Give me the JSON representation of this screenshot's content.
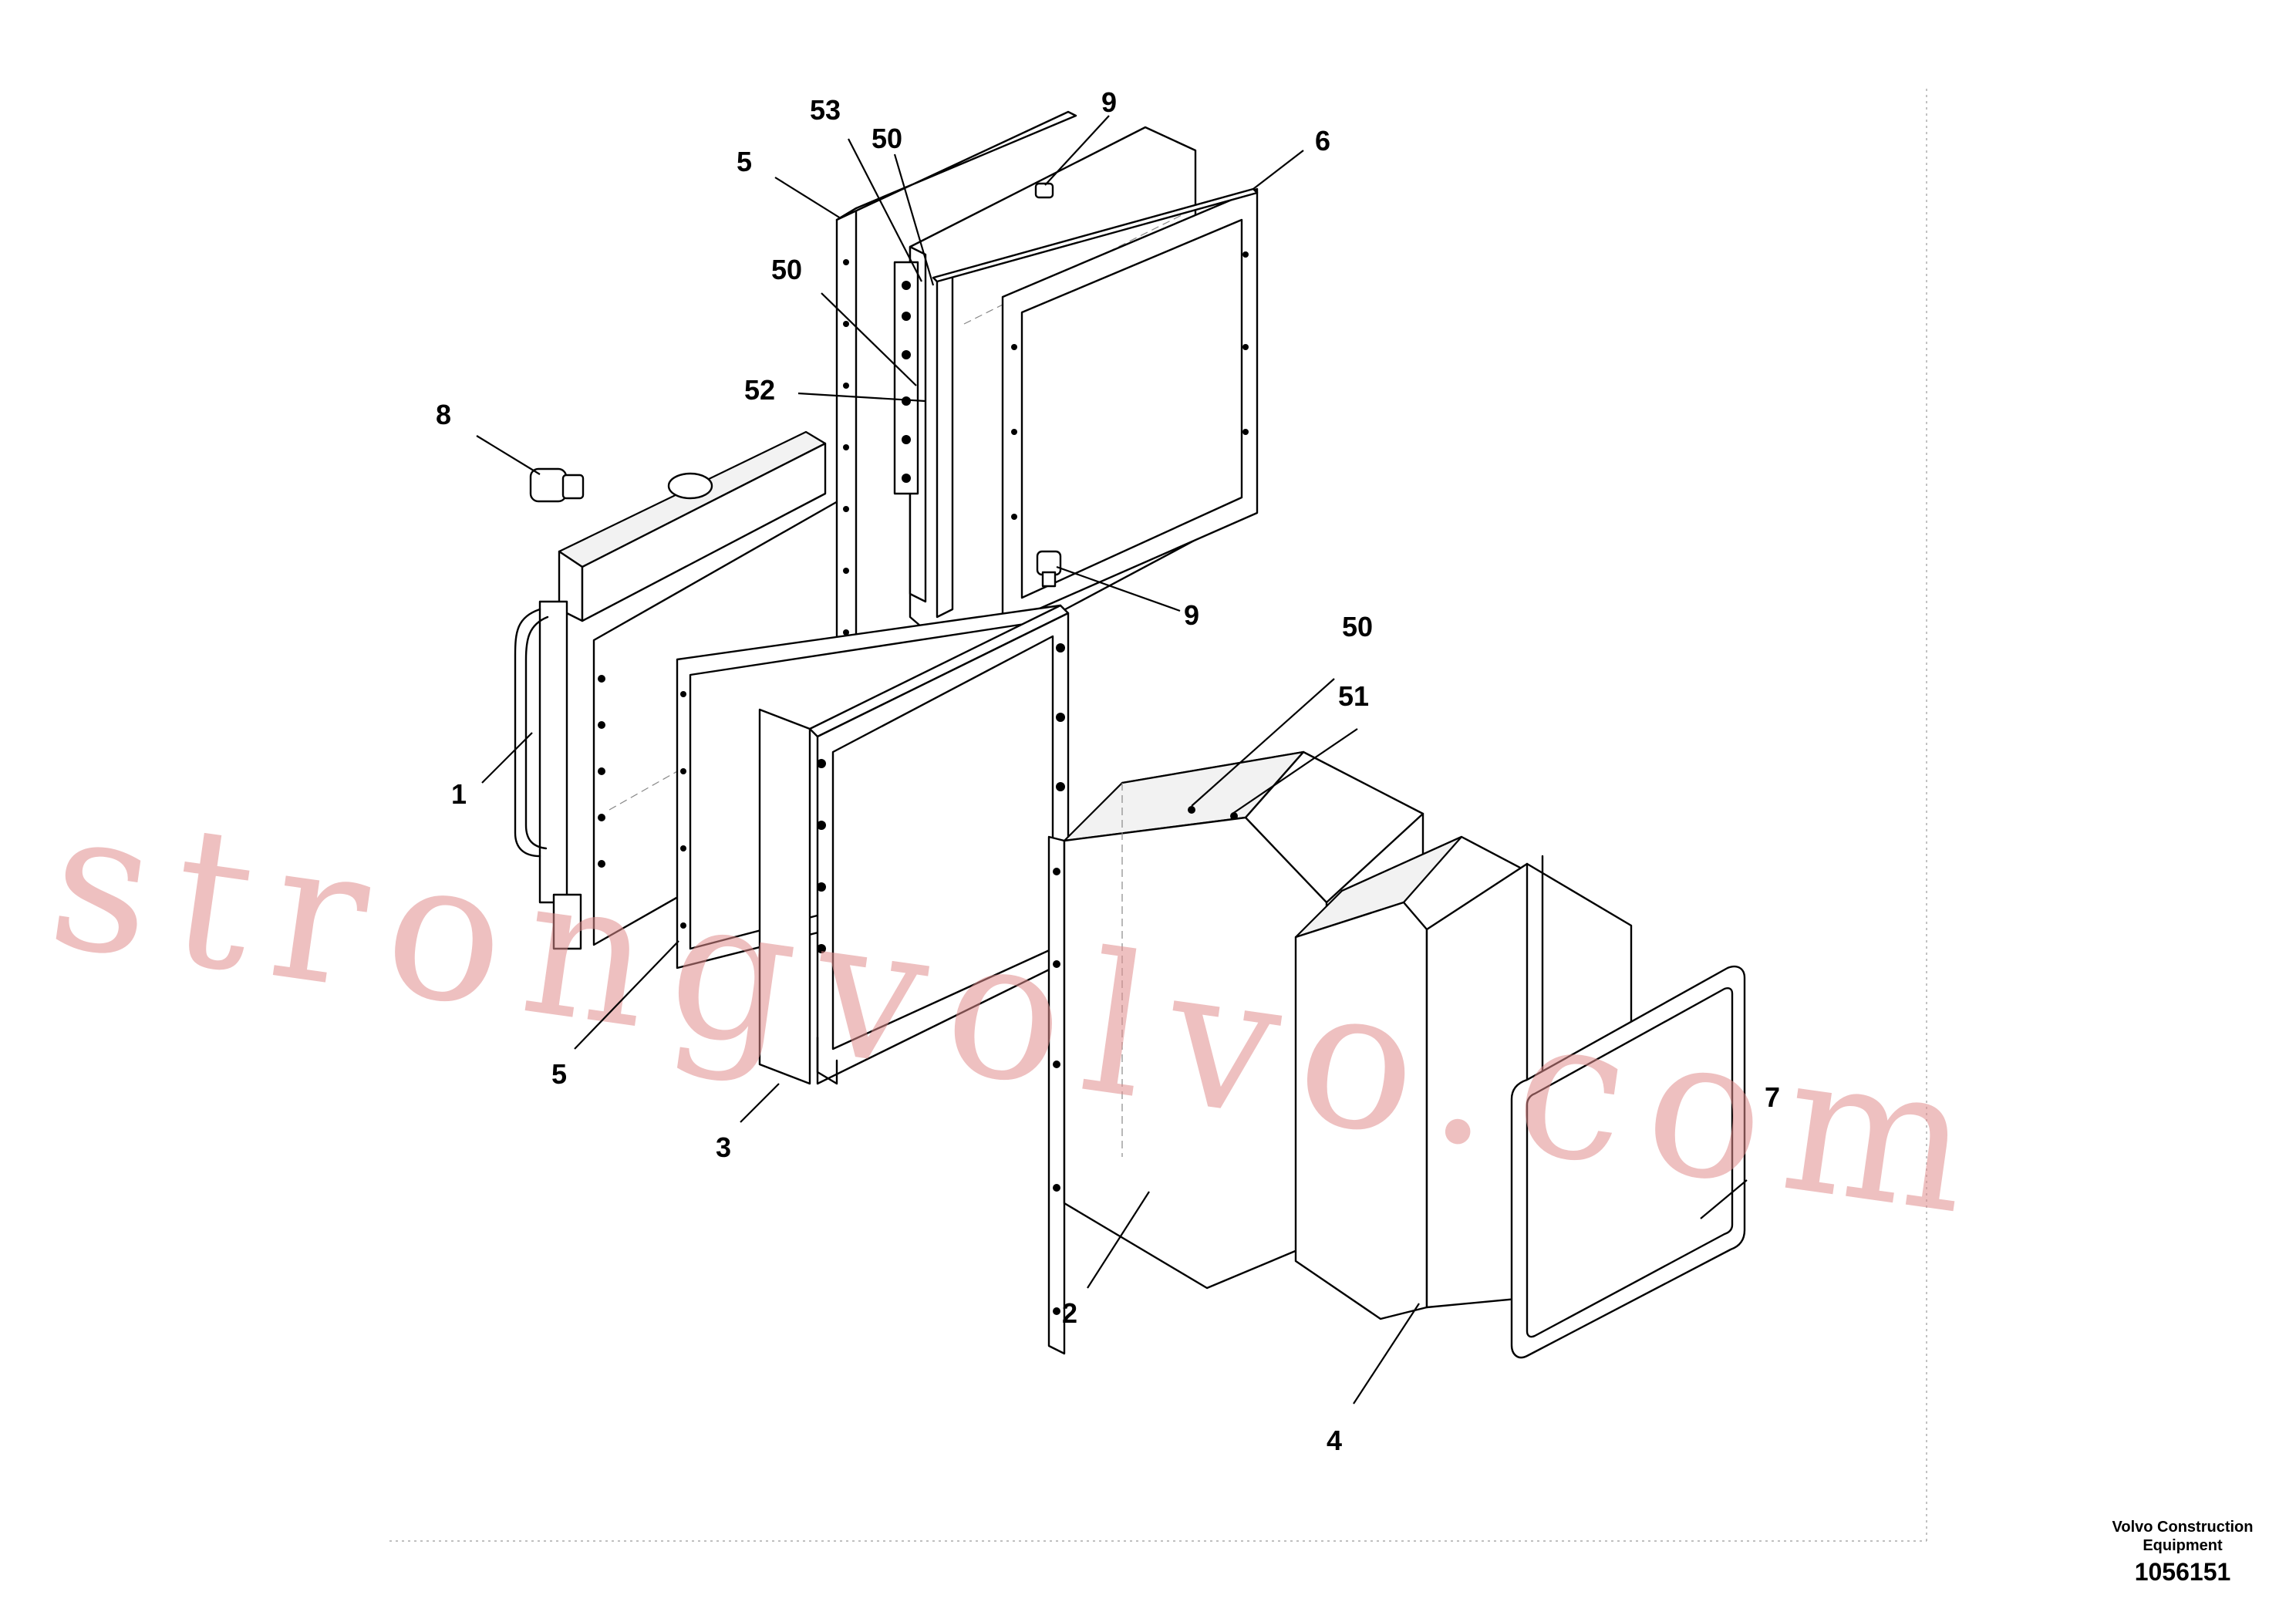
{
  "callouts": {
    "c1": "1",
    "c2": "2",
    "c3": "3",
    "c4": "4",
    "c5_top": "5",
    "c5_bottom": "5",
    "c6": "6",
    "c7": "7",
    "c8": "8",
    "c9_top": "9",
    "c9_mid": "9",
    "c50_top": "50",
    "c50_mid": "50",
    "c50_right": "50",
    "c51": "51",
    "c52": "52",
    "c53": "53"
  },
  "watermark": "strongvolvo.com",
  "footer": {
    "company": "Volvo Construction Equipment",
    "drawing_number": "1056151"
  }
}
